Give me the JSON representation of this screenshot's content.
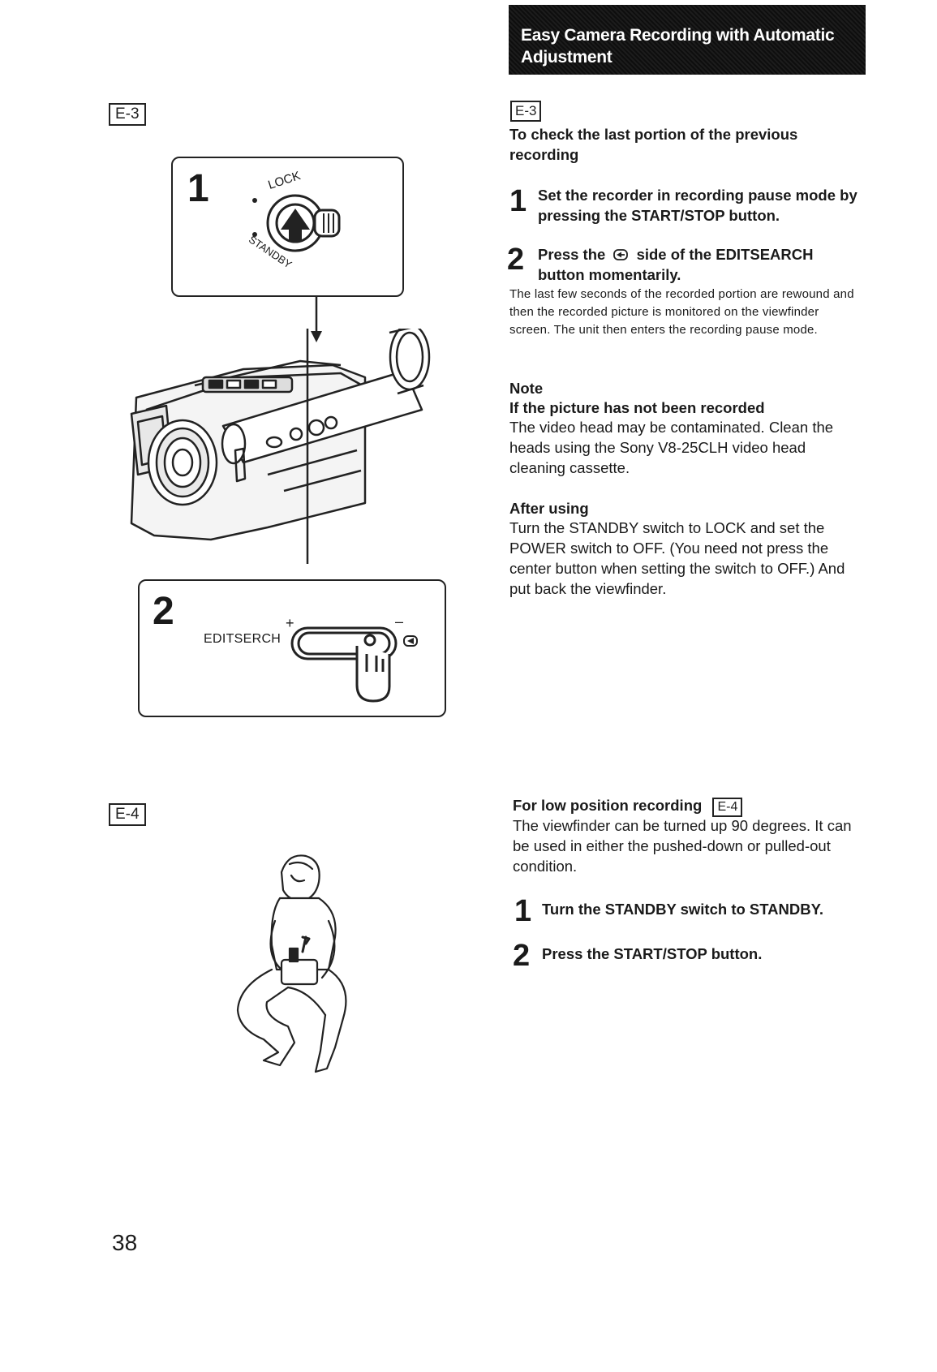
{
  "banner": {
    "line1": "Easy Camera Recording with Automatic",
    "line2": "Adjustment"
  },
  "figures": {
    "e3_label": "E-3",
    "e4_label": "E-4",
    "panel1_number": "1",
    "panel1_lock_label": "LOCK",
    "panel1_standby_label": "STANDBY",
    "panel2_number": "2",
    "panel2_plus": "+",
    "panel2_minus": "–",
    "panel2_editsearch_label": "EDITSERCH"
  },
  "section_e3": {
    "ref": "E-3",
    "heading": "To check the last portion of the previous recording",
    "step1": {
      "number": "1",
      "text": "Set the recorder in recording pause mode by pressing the START/STOP button."
    },
    "step2": {
      "number": "2",
      "text_before": "Press the",
      "text_after": "side of the EDITSEARCH button momentarily.",
      "detail": "The last few seconds of the recorded portion are rewound and then the recorded picture is monitored on the viewfinder screen. The unit then enters the recording pause mode."
    },
    "note": {
      "title": "Note",
      "subtitle": "If the picture has not been recorded",
      "body": "The video head may be contaminated. Clean the heads using the Sony V8-25CLH video head cleaning cassette."
    },
    "after": {
      "title": "After using",
      "body": "Turn the STANDBY switch to LOCK and set the POWER switch to OFF. (You need not press the center button when setting the switch to OFF.) And put back the viewfinder."
    }
  },
  "section_e4": {
    "heading": "For low position recording",
    "ref": "E-4",
    "body": "The viewfinder can be turned up 90 degrees. It can be used in either the pushed-down or pulled-out condition.",
    "step1": {
      "number": "1",
      "text": "Turn the STANDBY switch to STANDBY."
    },
    "step2": {
      "number": "2",
      "text": "Press the START/STOP button."
    }
  },
  "page_number": "38"
}
